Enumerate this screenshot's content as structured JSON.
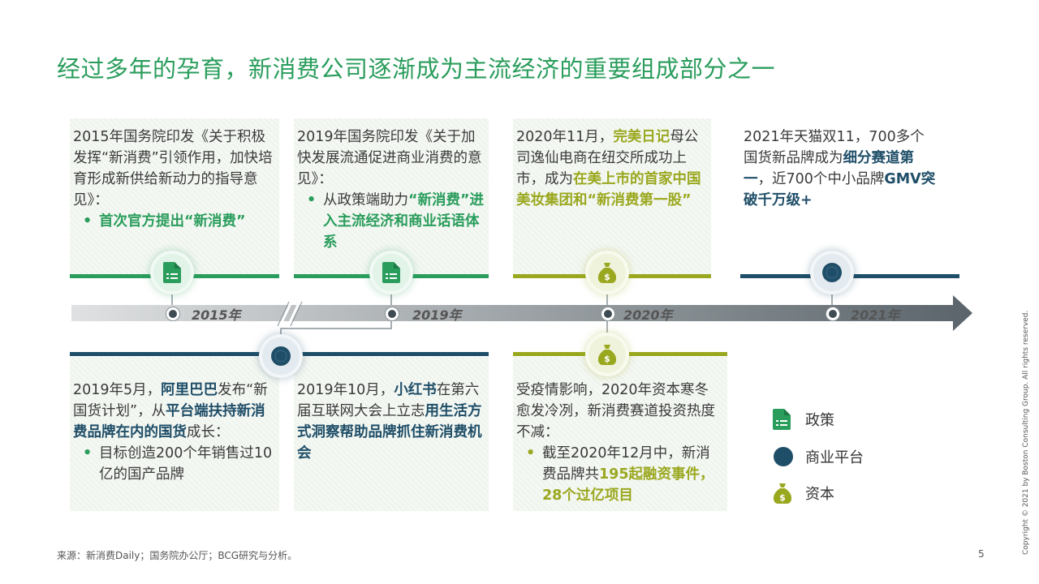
{
  "title": "经过多年的孕育，新消费公司逐渐成为主流经济的重要组成部分之一",
  "timeline": {
    "years": [
      "2015年",
      "2019年",
      "2020年",
      "2021年"
    ]
  },
  "cards": {
    "c2015": {
      "p1": "2015年国务院印发《关于积极发挥“新消费”引领作用，加快培育形成新供给新动力的指导意见》：",
      "bullet": "首次官方提出“新消费”"
    },
    "c2019a": {
      "p1": "2019年国务院印发《关于加快发展流通促进商业消费的意见》：",
      "bullet_a": "从政策端助力",
      "bullet_b": "“新消费”进入主流经济和商业话语体系"
    },
    "c2020a": {
      "p1_a": "2020年11月，",
      "p1_b": "完美日记",
      "p1_c": "母公司逸仙电商在纽交所成功上市，成为",
      "p1_d": "在美上市的首家中国美妆集团和“新消费第一股”"
    },
    "c2021": {
      "p1_a": "2021年天猫双11，700多个国货新品牌成为",
      "p1_b": "细分赛道第一",
      "p1_c": "，近700个中小品牌",
      "p1_d": "GMV突破千万级+"
    },
    "c2019b": {
      "p1_a": "2019年5月，",
      "p1_b": "阿里巴巴",
      "p1_c": "发布“新国货计划”，从",
      "p1_d": "平台端扶持新消费品牌在内的国货",
      "p1_e": "成长：",
      "bullet": "目标创造200个年销售过10亿的国产品牌"
    },
    "c2019c": {
      "p1_a": "2019年10月，",
      "p1_b": "小红书",
      "p1_c": "在第六届互联网大会上立志",
      "p1_d": "用生活方式洞察帮助品牌抓住新消费机会"
    },
    "c2020b": {
      "p1": "受疫情影响，2020年资本寒冬愈发冷冽，新消费赛道投资热度不减：",
      "bullet_a": "截至2020年12月中，新消费品牌共",
      "bullet_b": "195起融资事件，28个过亿项目"
    }
  },
  "legend": [
    {
      "label": "政策",
      "icon": "document-icon",
      "color": "#2a9d5c"
    },
    {
      "label": "商业平台",
      "icon": "platform-icon",
      "color": "#1f4e68"
    },
    {
      "label": "资本",
      "icon": "money-bag-icon",
      "color": "#9aa81f"
    }
  ],
  "colors": {
    "green": "#2a9d5c",
    "olive": "#9aa81f",
    "navy": "#1f4e68"
  },
  "source": "来源：新消费Daily；国务院办公厅；BCG研究与分析。",
  "page_number": "5",
  "copyright": "Copyright © 2021 by Boston Consulting Group. All rights reserved."
}
